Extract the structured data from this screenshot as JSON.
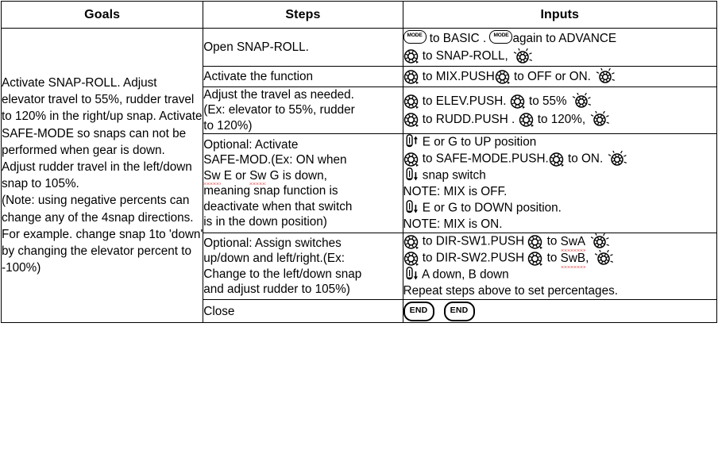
{
  "table": {
    "headers": {
      "goals": "Goals",
      "steps": "Steps",
      "inputs": "Inputs"
    },
    "goals_text": "Activate SNAP-ROLL. Adjust elevator travel to 55%, rudder travel to 120% in the right/up snap. Activate SAFE-MODE so snaps can not be performed when gear is down.\nAdjust rudder travel in the left/down snap to 105%.\n(Note:  using negative percents can change any of the 4snap directions. For example. change snap 1to 'down' by changing the elevator percent to -100%)",
    "rows": [
      {
        "id": "open-snap-roll",
        "step": "Open SNAP-ROLL.",
        "inputs": [
          {
            "id": "mode-to-basic",
            "segments": [
              {
                "kind": "icon",
                "icon": "mode-button",
                "label": "MODE"
              },
              {
                "kind": "text",
                "text": " to BASIC . "
              },
              {
                "kind": "icon",
                "icon": "mode-button",
                "label": "MODE"
              },
              {
                "kind": "text",
                "text": "again to ADVANCE"
              }
            ]
          },
          {
            "id": "dial-to-snap-roll",
            "segments": [
              {
                "kind": "icon",
                "icon": "dial"
              },
              {
                "kind": "text",
                "text": " to SNAP-ROLL, "
              },
              {
                "kind": "icon",
                "icon": "dial-push"
              }
            ]
          }
        ]
      },
      {
        "id": "activate-function",
        "step": "Activate the function",
        "inputs": [
          {
            "id": "mix-push",
            "segments": [
              {
                "kind": "icon",
                "icon": "dial"
              },
              {
                "kind": "text",
                "text": " to MIX.PUSH"
              },
              {
                "kind": "icon",
                "icon": "dial"
              },
              {
                "kind": "text",
                "text": " to OFF or ON. "
              },
              {
                "kind": "icon",
                "icon": "dial-push"
              }
            ]
          }
        ]
      },
      {
        "id": "adjust-travel",
        "step": "Adjust the travel as needed.\n(Ex: elevator to 55%,   rudder\nto 120%)",
        "inputs": [
          {
            "id": "elev-push",
            "segments": [
              {
                "kind": "icon",
                "icon": "dial"
              },
              {
                "kind": "text",
                "text": " to ELEV.PUSH. "
              },
              {
                "kind": "icon",
                "icon": "dial"
              },
              {
                "kind": "text",
                "text": " to 55%  "
              },
              {
                "kind": "icon",
                "icon": "dial-push"
              }
            ]
          },
          {
            "id": "rudd-push",
            "segments": [
              {
                "kind": "icon",
                "icon": "dial"
              },
              {
                "kind": "text",
                "text": " to RUDD.PUSH . "
              },
              {
                "kind": "icon",
                "icon": "dial"
              },
              {
                "kind": "text",
                "text": " to 120%, "
              },
              {
                "kind": "icon",
                "icon": "dial-push"
              }
            ]
          }
        ]
      },
      {
        "id": "safe-mode",
        "step_segments": [
          {
            "kind": "text",
            "text": "Optional: Activate\nSAFE-MOD.(Ex: ON when\n"
          },
          {
            "kind": "misspell",
            "text": "Sw"
          },
          {
            "kind": "text",
            "text": " E or "
          },
          {
            "kind": "misspell",
            "text": "Sw"
          },
          {
            "kind": "text",
            "text": " G is down,\nmeaning snap function is\ndeactivate when that switch\nis in the down position)"
          }
        ],
        "inputs": [
          {
            "id": "switch-up",
            "segments": [
              {
                "kind": "icon",
                "icon": "switch-up"
              },
              {
                "kind": "text",
                "text": "  E or G to UP position"
              }
            ]
          },
          {
            "id": "safe-mode-push",
            "segments": [
              {
                "kind": "icon",
                "icon": "dial"
              },
              {
                "kind": "text",
                "text": " to SAFE-MODE.PUSH."
              },
              {
                "kind": "icon",
                "icon": "dial"
              },
              {
                "kind": "text",
                "text": " to ON. "
              },
              {
                "kind": "icon",
                "icon": "dial-push"
              }
            ]
          },
          {
            "id": "snap-switch",
            "segments": [
              {
                "kind": "icon",
                "icon": "switch-down"
              },
              {
                "kind": "text",
                "text": " snap switch"
              }
            ]
          },
          {
            "id": "note-mix-off",
            "segments": [
              {
                "kind": "text",
                "text": "NOTE: MIX is OFF."
              }
            ]
          },
          {
            "id": "switch-down-position",
            "segments": [
              {
                "kind": "icon",
                "icon": "switch-down"
              },
              {
                "kind": "text",
                "text": " E or G to DOWN position."
              }
            ]
          },
          {
            "id": "note-mix-on",
            "segments": [
              {
                "kind": "text",
                "text": "NOTE: MIX is ON."
              }
            ]
          }
        ]
      },
      {
        "id": "assign-switches",
        "step": "Optional: Assign switches\nup/down and left/right.(Ex:\nChange to the left/down snap\nand adjust rudder to 105%)",
        "inputs": [
          {
            "id": "dir-sw1",
            "segments": [
              {
                "kind": "icon",
                "icon": "dial"
              },
              {
                "kind": "text",
                "text": " to DIR-SW1.PUSH  "
              },
              {
                "kind": "icon",
                "icon": "dial"
              },
              {
                "kind": "text",
                "text": " to "
              },
              {
                "kind": "misspell",
                "text": "SwA"
              },
              {
                "kind": "text",
                "text": "    "
              },
              {
                "kind": "icon",
                "icon": "dial-push"
              }
            ]
          },
          {
            "id": "dir-sw2",
            "segments": [
              {
                "kind": "icon",
                "icon": "dial"
              },
              {
                "kind": "text",
                "text": " to DIR-SW2.PUSH  "
              },
              {
                "kind": "icon",
                "icon": "dial"
              },
              {
                "kind": "text",
                "text": " to "
              },
              {
                "kind": "misspell",
                "text": "SwB"
              },
              {
                "kind": "text",
                "text": ",   "
              },
              {
                "kind": "icon",
                "icon": "dial-push"
              }
            ]
          },
          {
            "id": "a-down-b-down",
            "segments": [
              {
                "kind": "icon",
                "icon": "switch-down"
              },
              {
                "kind": "text",
                "text": " A down, B down"
              }
            ]
          },
          {
            "id": "repeat-steps",
            "segments": [
              {
                "kind": "text",
                "text": "Repeat steps above to set percentages."
              }
            ]
          }
        ]
      },
      {
        "id": "close",
        "step": "Close",
        "inputs": [
          {
            "id": "end-end",
            "segments": [
              {
                "kind": "icon",
                "icon": "end-button",
                "label": "END"
              },
              {
                "kind": "icon",
                "icon": "end-button",
                "label": "END"
              }
            ]
          }
        ]
      }
    ]
  },
  "colors": {
    "border": "#000000",
    "text": "#000000",
    "background": "#ffffff",
    "spellcheck_underline": "#e01b1b"
  }
}
